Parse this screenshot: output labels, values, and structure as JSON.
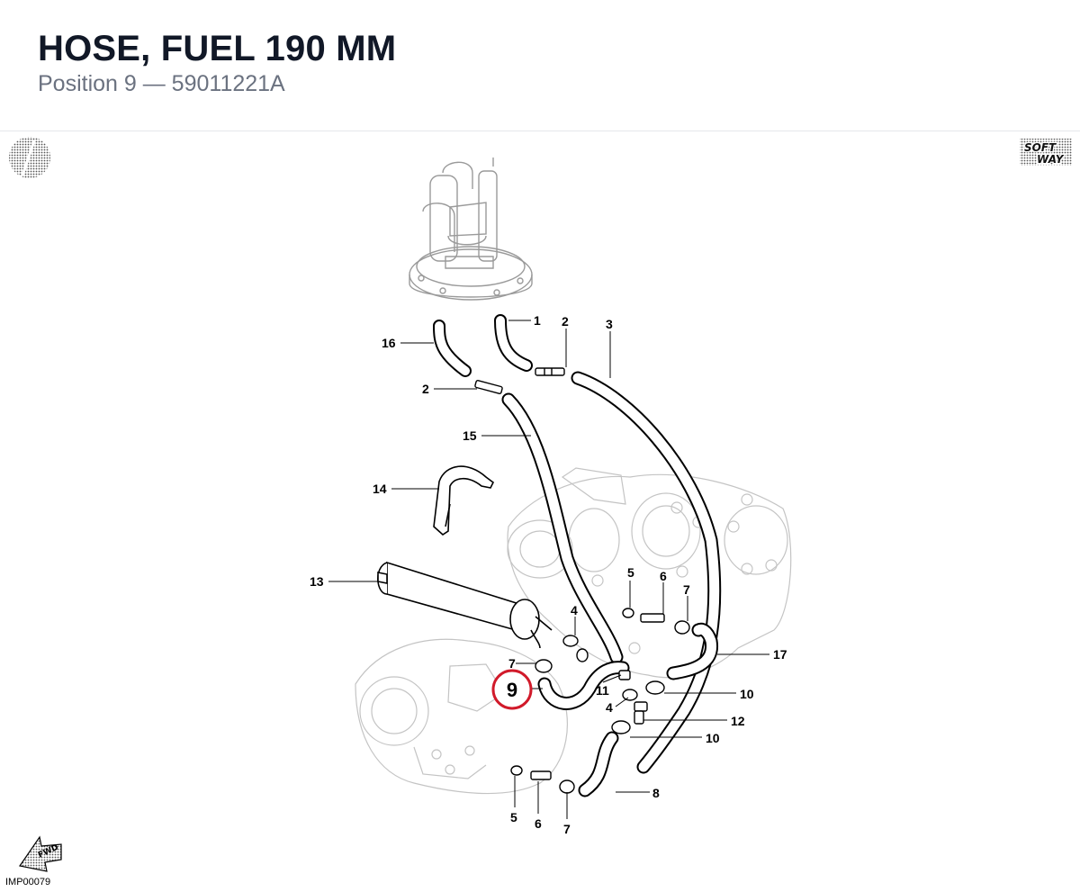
{
  "header": {
    "title": "HOSE, FUEL 190 MM",
    "subtitle": "Position 9 — 59011221A"
  },
  "highlight": {
    "position": "9",
    "color": "#d11a2a"
  },
  "logo": {
    "line1": "SOFT",
    "line2": "WAY"
  },
  "fwd_label": "FWD",
  "diagram_code": "IMP00079",
  "callouts": [
    "1",
    "2",
    "3",
    "16",
    "2",
    "15",
    "14",
    "13",
    "5",
    "6",
    "7",
    "4",
    "7",
    "17",
    "11",
    "10",
    "4",
    "12",
    "10",
    "8",
    "5",
    "6",
    "7"
  ]
}
